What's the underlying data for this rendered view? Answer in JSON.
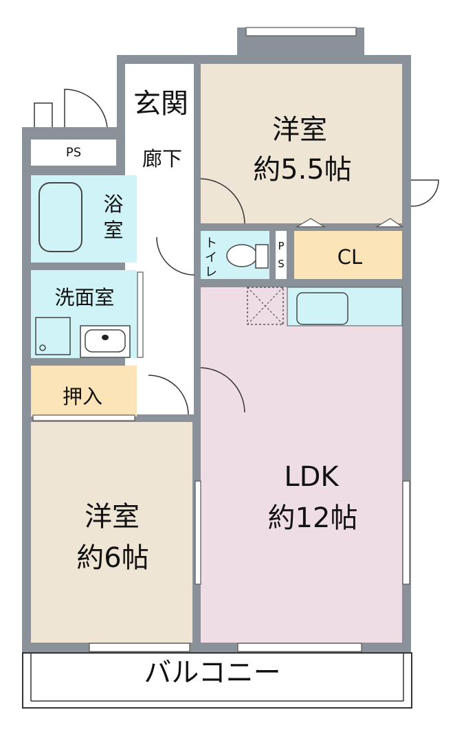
{
  "colors": {
    "wall": "#8a9199",
    "western_room": "#efe5d5",
    "ldk": "#efdde6",
    "closet": "#fbe4b7",
    "wet_area": "#cff3f6",
    "hall": "#ffffff"
  },
  "rooms": {
    "entrance": {
      "label": "玄関"
    },
    "corridor": {
      "label": "廊下"
    },
    "ps_top": {
      "label": "PS"
    },
    "bath": {
      "label_line1": "浴",
      "label_line2": "室"
    },
    "washroom": {
      "label": "洗面室"
    },
    "oshiire": {
      "label": "押入"
    },
    "western_small": {
      "label": "洋室",
      "size": "約5.5帖"
    },
    "toilet": {
      "label_line1": "ト",
      "label_line2": "イ",
      "label_line3": "レ"
    },
    "ps_mid": {
      "label_line1": "P",
      "label_line2": "S"
    },
    "closet": {
      "label": "CL"
    },
    "ldk": {
      "label": "LDK",
      "size": "約12帖"
    },
    "western_large": {
      "label": "洋室",
      "size": "約6帖"
    },
    "balcony": {
      "label": "バルコニー"
    }
  }
}
